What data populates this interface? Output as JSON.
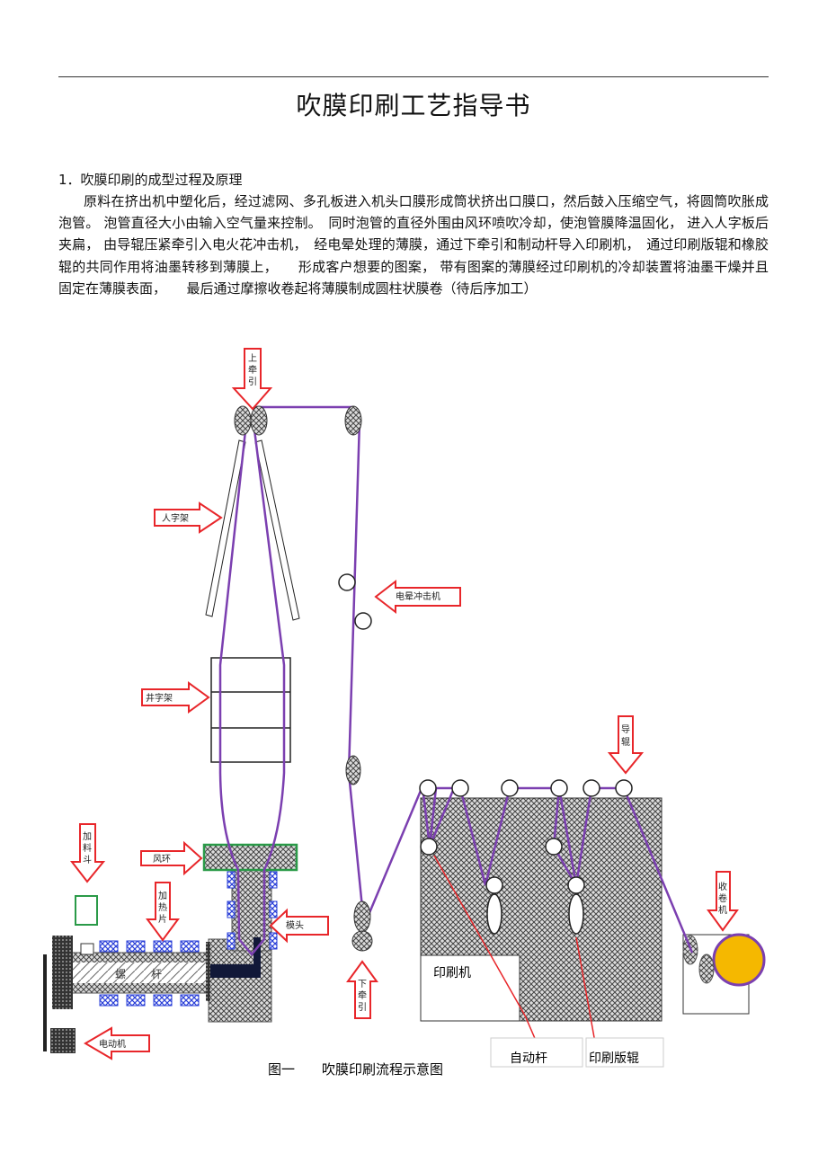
{
  "title": "吹膜印刷工艺指导书",
  "section": {
    "heading": "1．吹膜印刷的成型过程及原理",
    "paragraph": "原料在挤出机中塑化后，经过滤网、多孔板进入机头口膜形成筒状挤出口膜口，然后鼓入压缩空气，将圆筒吹胀成泡管。 泡管直径大小由输入空气量来控制。　同时泡管的直径外围由风环喷吹冷却，使泡管膜降温固化， 进入人字板后夹扁， 由导辊压紧牵引入电火花冲击机，　经电晕处理的薄膜，通过下牵引和制动杆导入印刷机，　通过印刷版辊和橡胶辊的共同作用将油墨转移到薄膜上，　　形成客户想要的图案， 带有图案的薄膜经过印刷机的冷却装置将油墨干燥并且固定在薄膜表面，　　最后通过摩擦收卷起将薄膜制成圆柱状膜卷（待后序加工）"
  },
  "diagram": {
    "labels": {
      "top_haul": [
        "上",
        "牵",
        "引"
      ],
      "a_frame": "人字架",
      "corona": "电晕冲击机",
      "cage": "井字架",
      "guide_roller": [
        "导",
        "辊"
      ],
      "hopper": [
        "加",
        "料",
        "斗"
      ],
      "air_ring": "风环",
      "heater": [
        "加",
        "热",
        "片"
      ],
      "die": "模头",
      "screw": [
        "螺",
        "杆"
      ],
      "bottom_haul": [
        "下",
        "牵",
        "引"
      ],
      "winder": [
        "收",
        "卷",
        "机"
      ],
      "printer": "印刷机",
      "motor": "电动机",
      "auto_bar": "自动杆",
      "plate_roller": "印刷版辊"
    },
    "caption": "图一　　吹膜印刷流程示意图",
    "colors": {
      "film": "#7b3fb0",
      "arrow": "#e8262a",
      "air_ring": "#2a9a48",
      "heater": "#2a3fd8",
      "roll": "#f5b800"
    }
  }
}
